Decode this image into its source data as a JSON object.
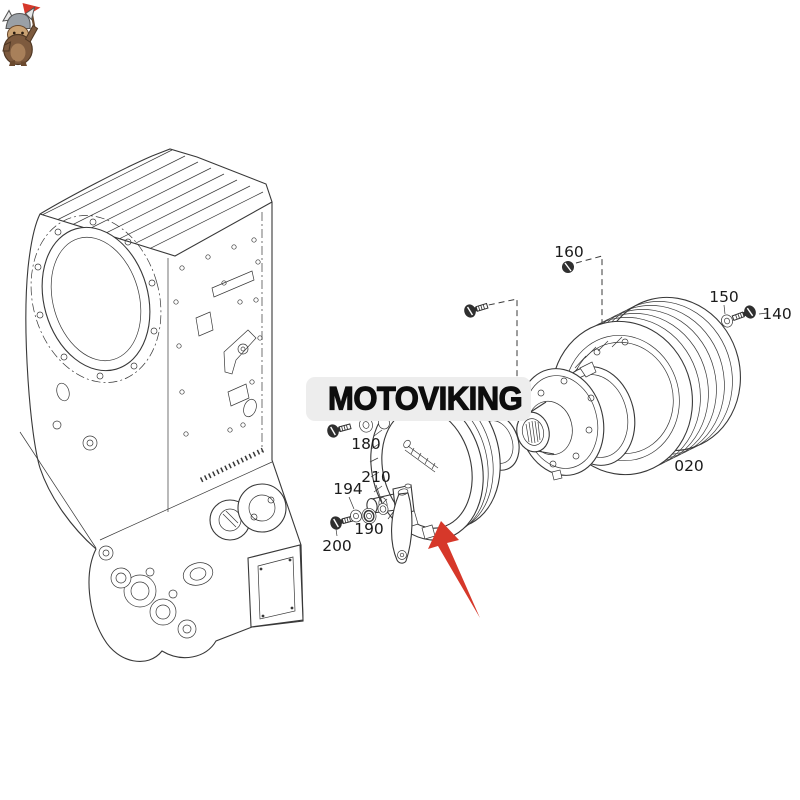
{
  "image": {
    "kind": "exploded-parts-diagram",
    "background": "#ffffff",
    "line_color": "#383838"
  },
  "watermark": {
    "brand": "MOTOVIKING",
    "bar_color": "#ededed",
    "text_color": "#0d0d0d",
    "mascot": "viking-mascot-icon"
  },
  "diagram": {
    "pointer_color": "#d6382a",
    "labels": [
      {
        "part": "160"
      },
      {
        "part": "150"
      },
      {
        "part": "140"
      },
      {
        "part": "020"
      },
      {
        "part": "180"
      },
      {
        "part": "210"
      },
      {
        "part": "194"
      },
      {
        "part": "190"
      },
      {
        "part": "200"
      }
    ]
  }
}
